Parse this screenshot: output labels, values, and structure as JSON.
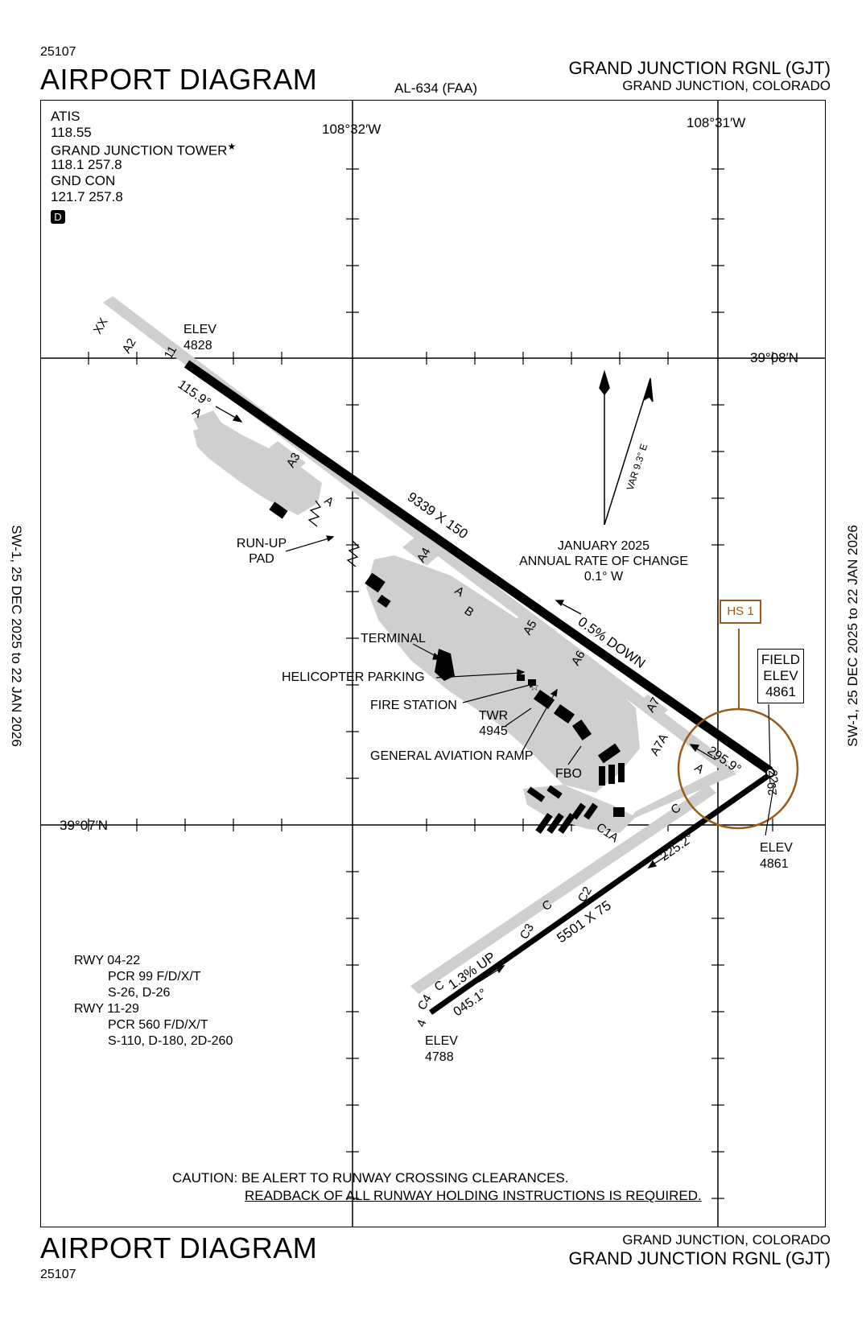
{
  "header": {
    "top_code": "25107",
    "title": "AIRPORT DIAGRAM",
    "procedure_id": "AL-634 (FAA)",
    "airport_name": "GRAND JUNCTION RGNL (GJT)",
    "location": "GRAND JUNCTION, COLORADO"
  },
  "footer": {
    "title": "AIRPORT DIAGRAM",
    "bottom_code": "25107",
    "location": "GRAND JUNCTION, COLORADO",
    "airport_name": "GRAND JUNCTION RGNL (GJT)"
  },
  "side_labels": {
    "left": "SW-1,  25 DEC 2025  to  22 JAN 2026",
    "right": "SW-1,  25 DEC 2025  to  22 JAN 2026"
  },
  "comms": {
    "atis_label": "ATIS",
    "atis_freq": "118.55",
    "tower_label": "GRAND JUNCTION TOWER",
    "tower_star": "★",
    "tower_freq": "118.1 257.8",
    "gnd_label": "GND CON",
    "gnd_freq": "121.7 257.8",
    "airspace_badge": "D"
  },
  "grid": {
    "lon_left": "108°32′W",
    "lon_right": "108°31′W",
    "lat_top": "39°08′N",
    "lat_bottom": "39°07′N"
  },
  "magnetic": {
    "var_label": "VAR 9.3° E",
    "change_month": "JANUARY 2025",
    "change_title": "ANNUAL RATE OF CHANGE",
    "change_value": "0.1° W"
  },
  "runways": {
    "rwy11_29": {
      "dims": "9339 X 150",
      "slope": "0.5% DOWN",
      "hdg_11": "115.9°",
      "hdg_29": "295.9°",
      "end_11": "11",
      "end_29": "29",
      "elev_11_label": "ELEV",
      "elev_11": "4828"
    },
    "rwy04_22": {
      "dims": "5501 X 75",
      "slope": "1.3% UP",
      "hdg_04": "045.1°",
      "hdg_22": "225.2°",
      "end_04": "4",
      "end_22": "22",
      "elev_04_label": "ELEV",
      "elev_04": "4788",
      "elev_22_label": "ELEV",
      "elev_22": "4861"
    }
  },
  "field_elev": {
    "label1": "FIELD",
    "label2": "ELEV",
    "value": "4861"
  },
  "hot_spot": "HS 1",
  "taxiways": [
    "XX",
    "A2",
    "A",
    "A3",
    "A",
    "A4",
    "A",
    "B",
    "A5",
    "A6",
    "A7",
    "A7A",
    "A",
    "C",
    "C1A",
    "C2",
    "C",
    "C3",
    "C",
    "C4"
  ],
  "features": {
    "runup_pad": "RUN-UP",
    "runup_pad2": "PAD",
    "terminal": "TERMINAL",
    "helicopter": "HELICOPTER PARKING",
    "fire_station": "FIRE STATION",
    "twr": "TWR",
    "twr_elev": "4945",
    "ga_ramp": "GENERAL AVIATION RAMP",
    "fbo": "FBO"
  },
  "pcr": [
    "RWY 04-22",
    "PCR 99 F/D/X/T",
    "S-26, D-26",
    "RWY 11-29",
    "PCR 560 F/D/X/T",
    "S-110, D-180, 2D-260"
  ],
  "caution": {
    "line1": "CAUTION: BE ALERT TO RUNWAY CROSSING CLEARANCES.",
    "line2": "READBACK OF ALL RUNWAY HOLDING INSTRUCTIONS IS REQUIRED."
  },
  "colors": {
    "hot_spot": "#9b5a1a",
    "taxiway": "#cfcfcf",
    "runway": "#000000"
  }
}
